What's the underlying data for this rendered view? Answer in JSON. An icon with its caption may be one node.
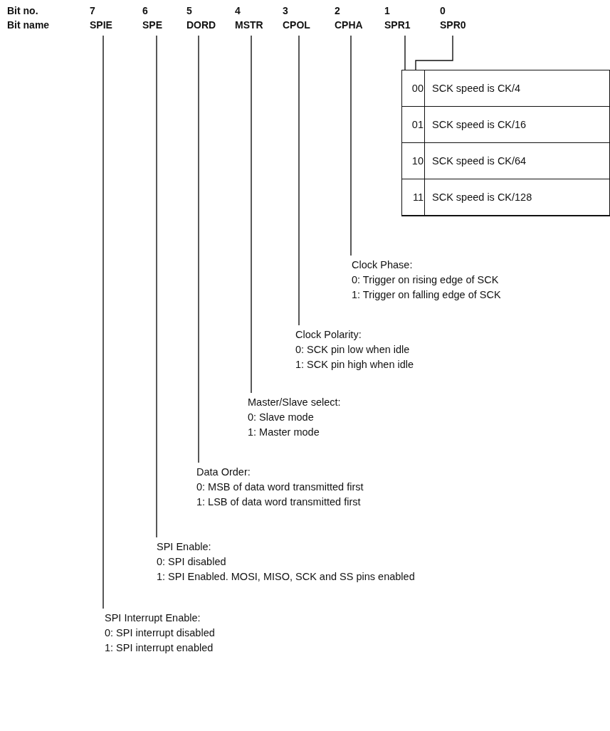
{
  "diagram": {
    "nodes": [
      {
        "text": [
          "7",
          "SPIE"
        ]
      },
      {
        "text": [
          "6",
          "SPE"
        ]
      },
      {
        "text": [
          "5",
          "DORD"
        ]
      },
      {
        "text": [
          "4",
          "MSTR"
        ]
      },
      {
        "text": [
          "3",
          "CPOL"
        ]
      },
      {
        "text": [
          "2",
          "CPHA"
        ]
      },
      {
        "text": [
          "1",
          "SPR1"
        ]
      },
      {
        "text": [
          "0",
          "SPR0"
        ]
      },
      {
        "text": [],
        "shape": "box"
      },
      {
        "text": [
          "00",
          "SCK speed is CK/4"
        ],
        "in": 8
      },
      {
        "text": [
          "01",
          "SCK speed is CK/16"
        ],
        "in": 8
      },
      {
        "text": [
          "10",
          "SCK speed is CK/64"
        ],
        "in": 8
      },
      {
        "text": [
          "11",
          "SCK speed is CK/128"
        ],
        "in": 8
      },
      {
        "text": [
          "Clock Phase:",
          "0: Trigger on rising edge of SCK",
          "1: Trigger on falling edge of SCK"
        ]
      },
      {
        "text": [
          "Clock Polarity:",
          "0: SCK pin low when idle",
          "1: SCK pin high when idle"
        ]
      },
      {
        "text": [
          "Master/Slave select:",
          "0: Slave mode",
          "1: Master mode"
        ]
      },
      {
        "text": [
          "Data Order:",
          "0: MSB of data word transmitted first",
          "1: LSB of data word transmitted first"
        ]
      },
      {
        "text": [
          "SPI Enable:",
          "0: SPI disabled",
          "1: SPI Enabled. MOSI, MISO, SCK and SS pins enabled"
        ]
      },
      {
        "text": [
          "SPI Interrupt Enable:",
          "0: SPI interrupt disabled",
          "1: SPI interrupt enabled"
        ]
      }
    ],
    "edges": [
      {
        "from": 0,
        "to": 18,
        "arrow": "none"
      },
      {
        "from": 1,
        "to": 17,
        "arrow": "none"
      },
      {
        "from": 2,
        "to": 16,
        "arrow": "none"
      },
      {
        "from": 3,
        "to": 15,
        "arrow": "none"
      },
      {
        "from": 4,
        "to": 14,
        "arrow": "none"
      },
      {
        "from": 5,
        "to": 13,
        "arrow": "none"
      },
      {
        "from": 6,
        "to": 8,
        "arrow": "none"
      },
      {
        "from": 7,
        "to": 8,
        "arrow": "none"
      }
    ],
    "labels": [
      "Bit no.",
      "Bit name"
    ]
  }
}
